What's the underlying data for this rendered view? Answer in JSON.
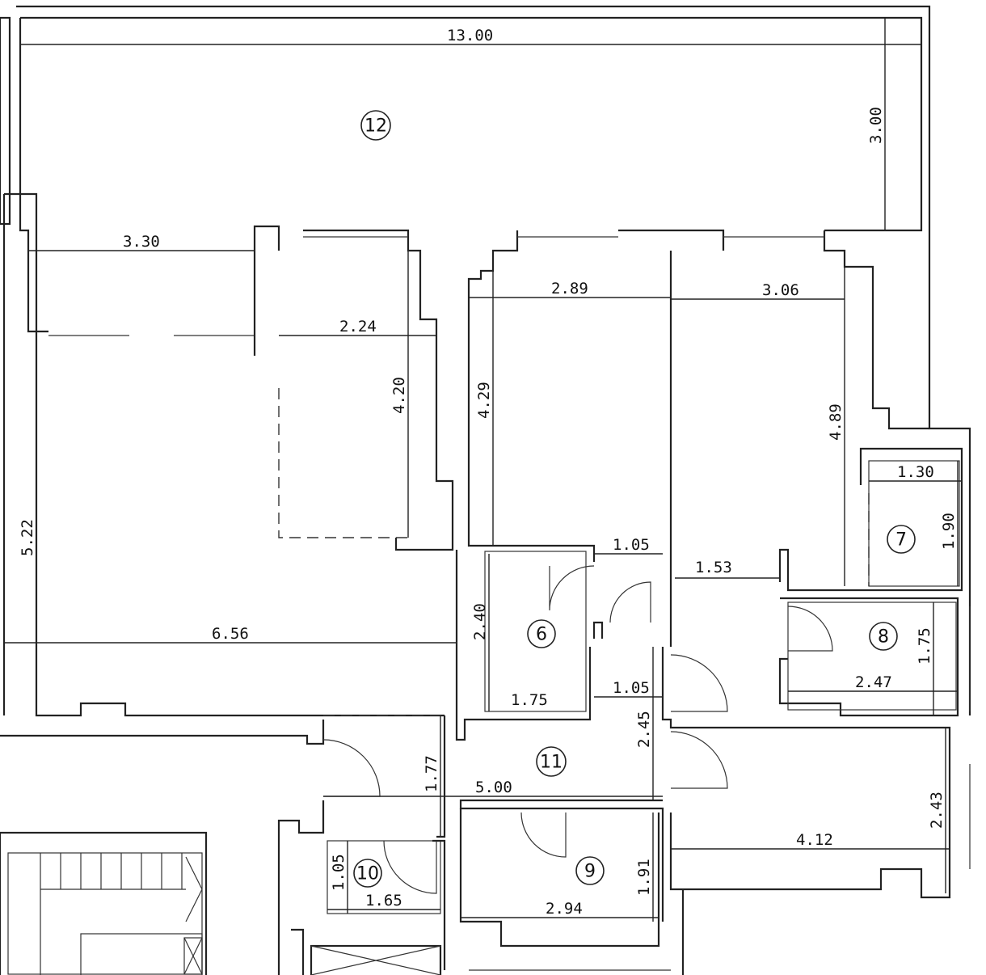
{
  "rooms": {
    "r12": "12",
    "r7": "7",
    "r6": "6",
    "r8": "8",
    "r11": "11",
    "r10": "10",
    "r9": "9"
  },
  "dimensions": {
    "balcony_width": "13.00",
    "balcony_depth": "3.00",
    "terrace_width": "3.30",
    "kitchen_width": "2.24",
    "kitchen_depth": "4.20",
    "bed1_width": "2.89",
    "bed1_depth": "4.29",
    "bed2_width": "3.06",
    "bed2_depth": "4.89",
    "r7_width": "1.30",
    "r7_depth": "1.90",
    "living_depth": "5.22",
    "corridor_top": "1.05",
    "hall_width": "1.53",
    "r6_depth": "2.40",
    "living_width": "6.56",
    "r8_depth": "1.75",
    "r8_width": "2.47",
    "r6_width": "1.75",
    "corridor_mid": "1.05",
    "r11_depth": "2.45",
    "r11_entry": "1.77",
    "r11_width": "5.00",
    "bed3_depth": "2.43",
    "bed3_width": "4.12",
    "r10_depth": "1.05",
    "r10_width": "1.65",
    "r9_depth": "1.91",
    "r9_width": "2.94"
  }
}
